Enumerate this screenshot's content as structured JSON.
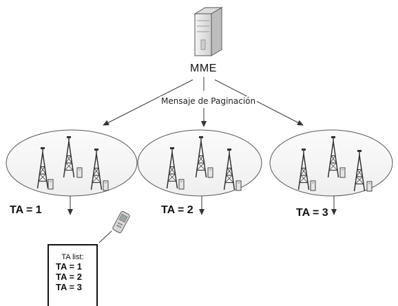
{
  "diagram": {
    "core": {
      "label": "MME",
      "icon": "server-tower-icon"
    },
    "paging_message": "Mensaje de Paginación",
    "tracking_areas": [
      {
        "label": "TA = 1"
      },
      {
        "label": "TA = 2"
      },
      {
        "label": "TA = 3"
      }
    ],
    "device": {
      "icon": "mobile-phone-icon"
    },
    "ta_list": {
      "title": "TA list:",
      "items": [
        "TA = 1",
        "TA = 2",
        "TA = 3"
      ]
    },
    "colors": {
      "line": "#333333",
      "ellipse_stroke": "#555555",
      "ellipse_fill": "#f7f7f7",
      "server_body": "#e8e8e8",
      "tower": "#333333"
    }
  }
}
